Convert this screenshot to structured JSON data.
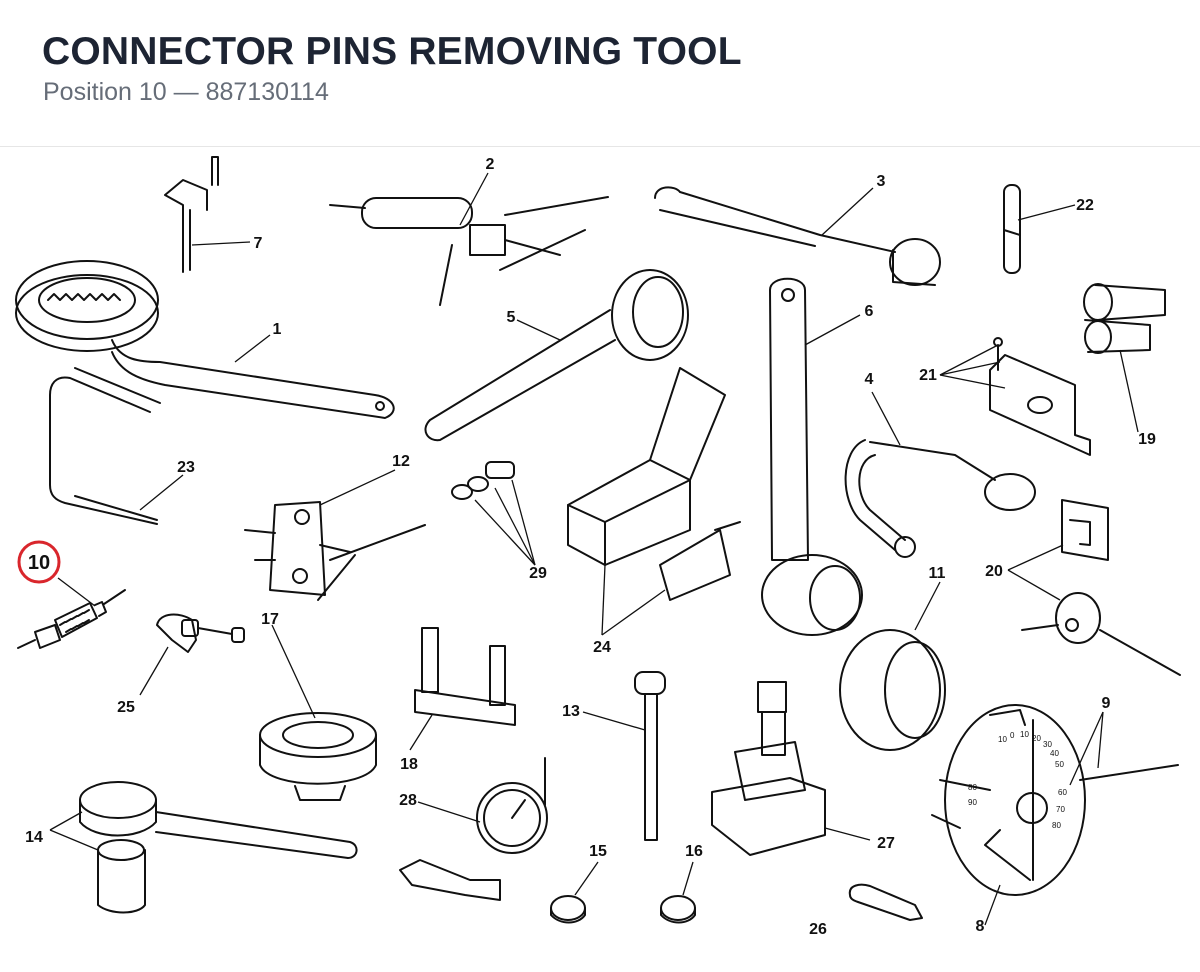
{
  "header": {
    "title": "CONNECTOR PINS REMOVING TOOL",
    "subtitle": "Position 10 — 887130114"
  },
  "diagram": {
    "highlight_color": "#d9262c",
    "highlighted_position": "10",
    "callouts": [
      {
        "id": "1",
        "text": "1"
      },
      {
        "id": "2",
        "text": "2"
      },
      {
        "id": "3",
        "text": "3"
      },
      {
        "id": "4",
        "text": "4"
      },
      {
        "id": "5",
        "text": "5"
      },
      {
        "id": "6",
        "text": "6"
      },
      {
        "id": "7",
        "text": "7"
      },
      {
        "id": "8",
        "text": "8"
      },
      {
        "id": "9",
        "text": "9"
      },
      {
        "id": "10",
        "text": "10"
      },
      {
        "id": "11",
        "text": "11"
      },
      {
        "id": "12",
        "text": "12"
      },
      {
        "id": "13",
        "text": "13"
      },
      {
        "id": "14",
        "text": "14"
      },
      {
        "id": "15",
        "text": "15"
      },
      {
        "id": "16",
        "text": "16"
      },
      {
        "id": "17",
        "text": "17"
      },
      {
        "id": "18",
        "text": "18"
      },
      {
        "id": "19",
        "text": "19"
      },
      {
        "id": "20",
        "text": "20"
      },
      {
        "id": "21",
        "text": "21"
      },
      {
        "id": "22",
        "text": "22"
      },
      {
        "id": "23",
        "text": "23"
      },
      {
        "id": "24",
        "text": "24"
      },
      {
        "id": "25",
        "text": "25"
      },
      {
        "id": "26",
        "text": "26"
      },
      {
        "id": "27",
        "text": "27"
      },
      {
        "id": "28",
        "text": "28"
      },
      {
        "id": "29",
        "text": "29"
      }
    ],
    "gauge_scale": [
      "10",
      "0",
      "10",
      "20",
      "30",
      "40",
      "50",
      "60",
      "70",
      "80",
      "90",
      "80"
    ]
  }
}
